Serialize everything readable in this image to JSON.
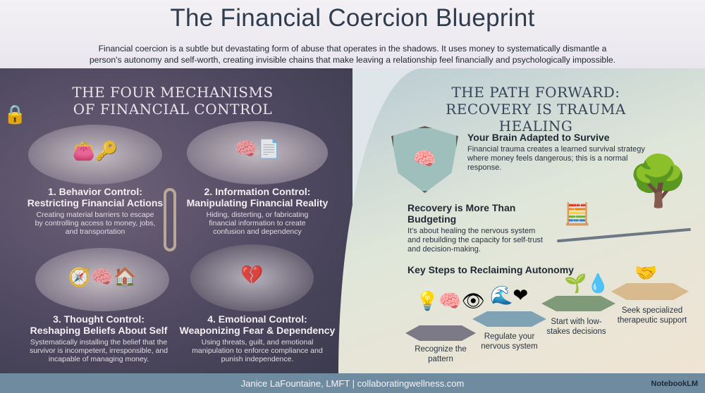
{
  "header": {
    "title": "The Financial Coercion Blueprint",
    "intro": "Financial coercion is a subtle but devastating form of abuse that operates in the shadows. It uses money to systematically dismantle a person's autonomy and self-worth, creating invisible chains that make leaving a relationship feel financially and psychologically impossible."
  },
  "left": {
    "heading_line1": "THE FOUR MECHANISMS",
    "heading_line2": "OF FINANCIAL CONTROL",
    "cards": [
      {
        "title1": "1. Behavior Control:",
        "title2": "Restricting Financial Actions",
        "desc": "Creating material barriers to escape by controlling access to money, jobs, and transportation",
        "icon": "wallet-lock-icon"
      },
      {
        "title1": "2. Information Control:",
        "title2": "Manipulating Financial Reality",
        "desc": "Hiding, disterting, or fabricating financial information to create confusion and dependency",
        "icon": "brain-document-icon"
      },
      {
        "title1": "3. Thought Control:",
        "title2": "Reshaping Beliefs About Self",
        "desc": "Systematically installing the belief that the survivor is incompetent, irresponsible, and incapable of managing money.",
        "icon": "head-compass-icon"
      },
      {
        "title1": "4. Emotional Control:",
        "title2": "Weaponizing Fear & Dependency",
        "desc": "Using threats, guilt, and emotional manipulation to enforce compliance and punish independence.",
        "icon": "broken-heart-icon"
      }
    ]
  },
  "right": {
    "heading_line1": "THE PATH FORWARD:",
    "heading_line2": "RECOVERY IS TRAUMA HEALING",
    "brain": {
      "title": "Your Brain Adapted to Survive",
      "desc": "Financial trauma creates a learned survival strategy where money feels dangerous; this is a normal response."
    },
    "recovery": {
      "title": "Recovery is More Than Budgeting",
      "desc": "It's about healing the nervous system and rebuilding the capacity for self-trust and decision-making."
    },
    "steps_title": "Key Steps to Reclaiming Autonomy",
    "steps": [
      {
        "label": "Recognize the pattern",
        "color": "#7b7a86"
      },
      {
        "label": "Regulate your nervous system",
        "color": "#7fa3b5"
      },
      {
        "label": "Start with low-stakes decisions",
        "color": "#7e9a78"
      },
      {
        "label": "Seek specialized therapeutic support",
        "color": "#d9b98e"
      }
    ]
  },
  "footer": {
    "text": "Janice LaFountaine, LMFT  |  collaboratingwellness.com",
    "brand": "NotebookLM"
  }
}
